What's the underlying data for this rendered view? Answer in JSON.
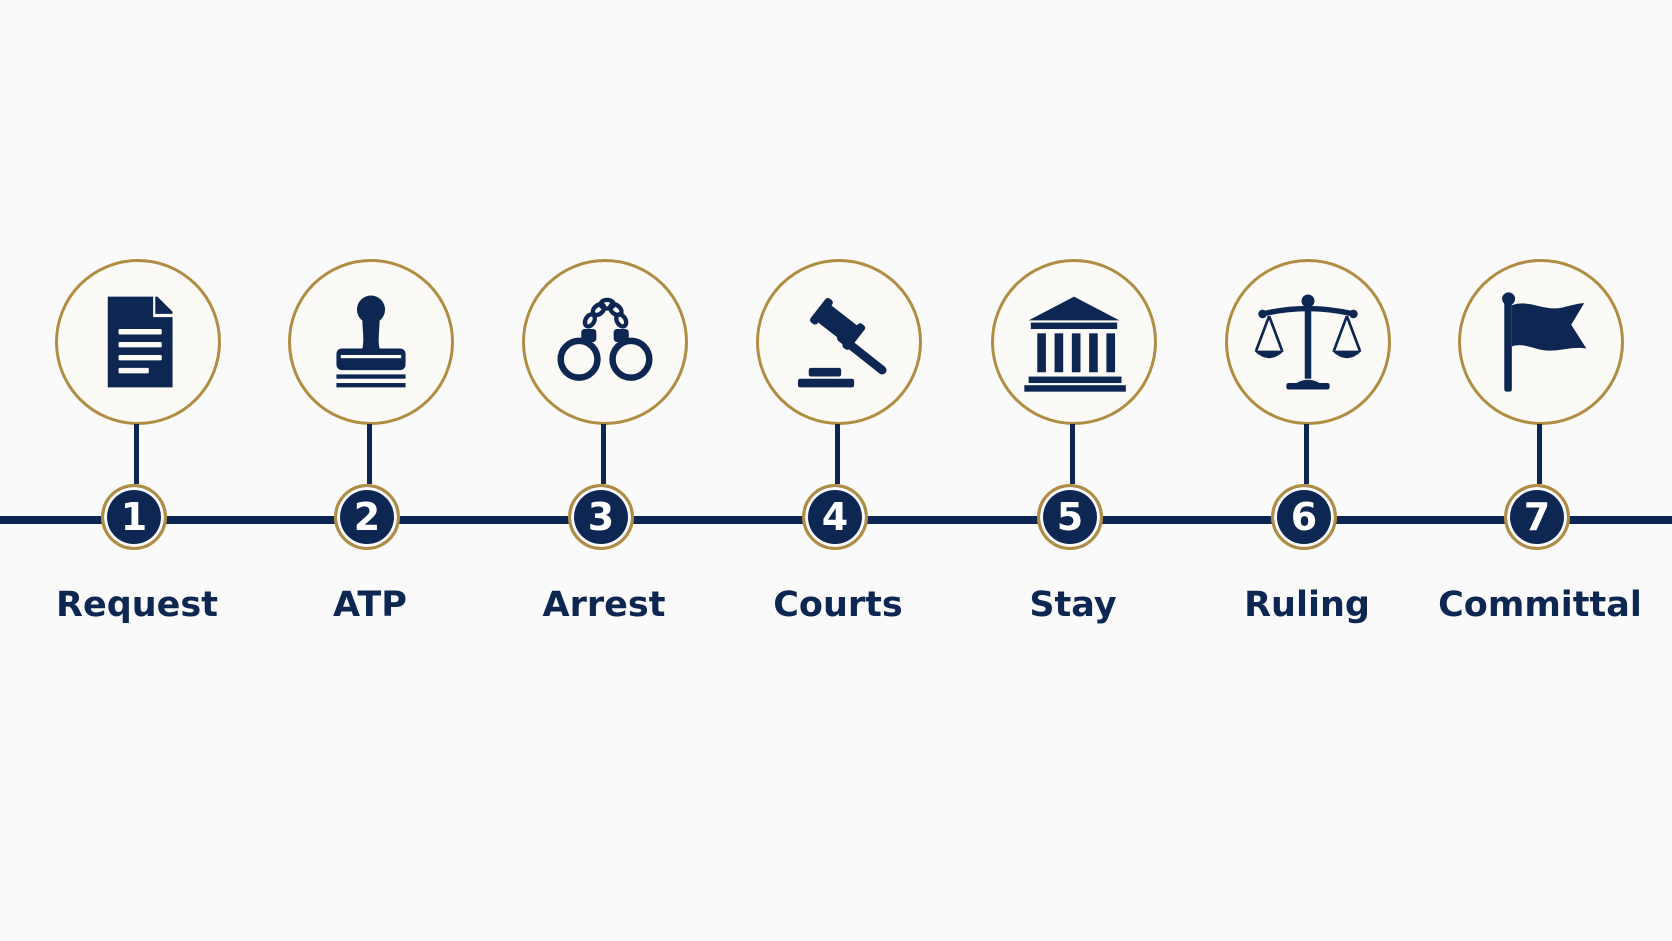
{
  "colors": {
    "background": "#fafafa",
    "navy": "#0d2752",
    "gold": "#b08d42",
    "circle_fill": "#fbfaf6",
    "number_text": "#ffffff"
  },
  "steps": [
    {
      "number": "1",
      "label": "Request",
      "icon": "document-icon"
    },
    {
      "number": "2",
      "label": "ATP",
      "icon": "stamp-icon"
    },
    {
      "number": "3",
      "label": "Arrest",
      "icon": "handcuffs-icon"
    },
    {
      "number": "4",
      "label": "Courts",
      "icon": "gavel-icon"
    },
    {
      "number": "5",
      "label": "Stay",
      "icon": "courthouse-icon"
    },
    {
      "number": "6",
      "label": "Ruling",
      "icon": "scales-icon"
    },
    {
      "number": "7",
      "label": "Committal",
      "icon": "flag-icon"
    }
  ]
}
